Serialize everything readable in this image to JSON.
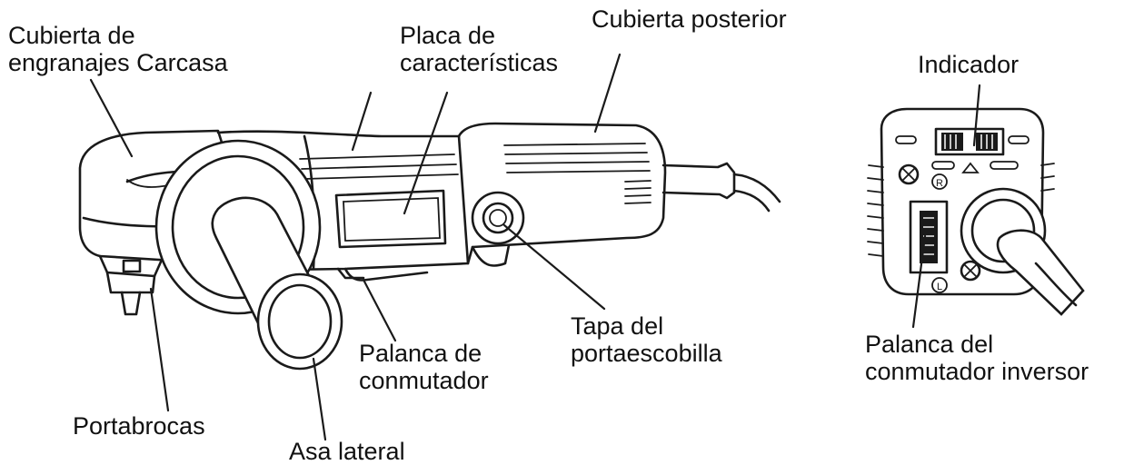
{
  "labels": {
    "gear_housing": [
      "Cubierta de",
      "engranajes Carcasa"
    ],
    "nameplate": [
      "Placa de",
      "características"
    ],
    "rear_cover": [
      "Cubierta posterior"
    ],
    "indicator": [
      "Indicador"
    ],
    "brush_cap": [
      "Tapa del",
      "portaescobilla"
    ],
    "switch_lever": [
      "Palanca de",
      "conmutador"
    ],
    "reversing_lever": [
      "Palanca del",
      "conmutador inversor"
    ],
    "chuck": [
      "Portabrocas"
    ],
    "side_handle": [
      "Asa lateral"
    ]
  },
  "switch_marks": {
    "right": "R",
    "left": "L"
  },
  "colors": {
    "ink": "#1a1a1a",
    "background": "#ffffff"
  }
}
